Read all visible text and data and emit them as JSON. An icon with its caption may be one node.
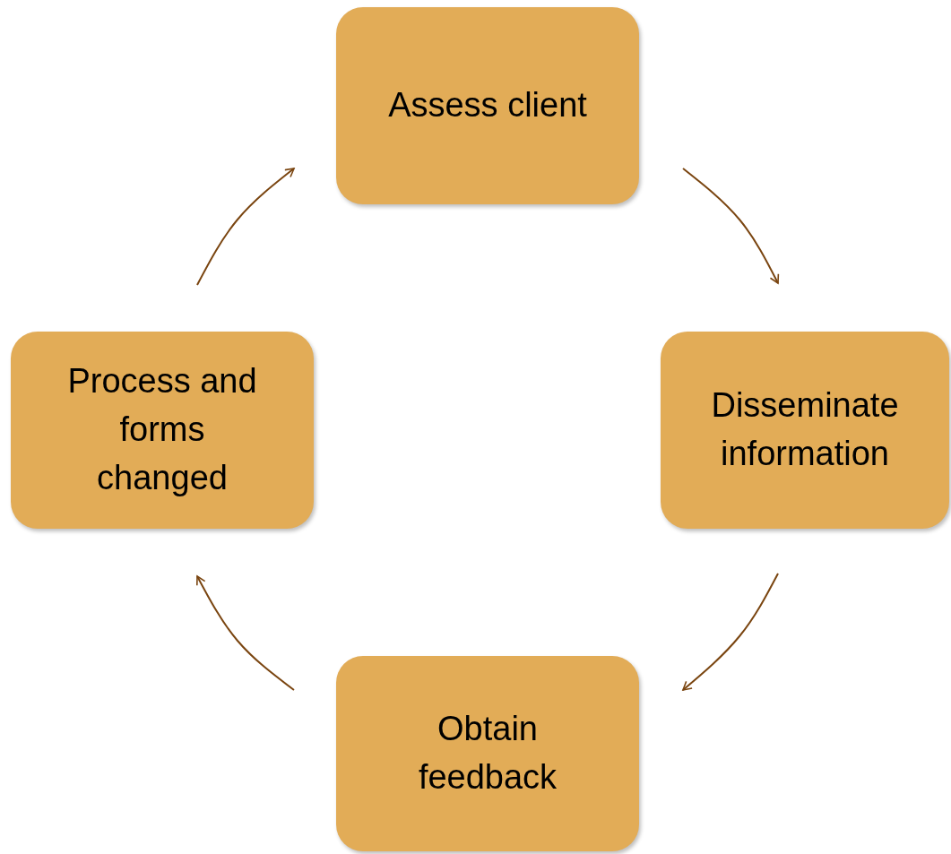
{
  "diagram": {
    "nodes": [
      {
        "text": [
          "Assess client"
        ]
      },
      {
        "text": [
          "Disseminate information"
        ]
      },
      {
        "text": [
          "Obtain feedback"
        ]
      },
      {
        "text": [
          "Process and forms changed"
        ]
      }
    ],
    "edges": [
      {
        "from": 0,
        "to": 1,
        "arrow": "to"
      },
      {
        "from": 1,
        "to": 2,
        "arrow": "to"
      },
      {
        "from": 2,
        "to": 3,
        "arrow": "to"
      },
      {
        "from": 3,
        "to": 0,
        "arrow": "to"
      }
    ]
  }
}
